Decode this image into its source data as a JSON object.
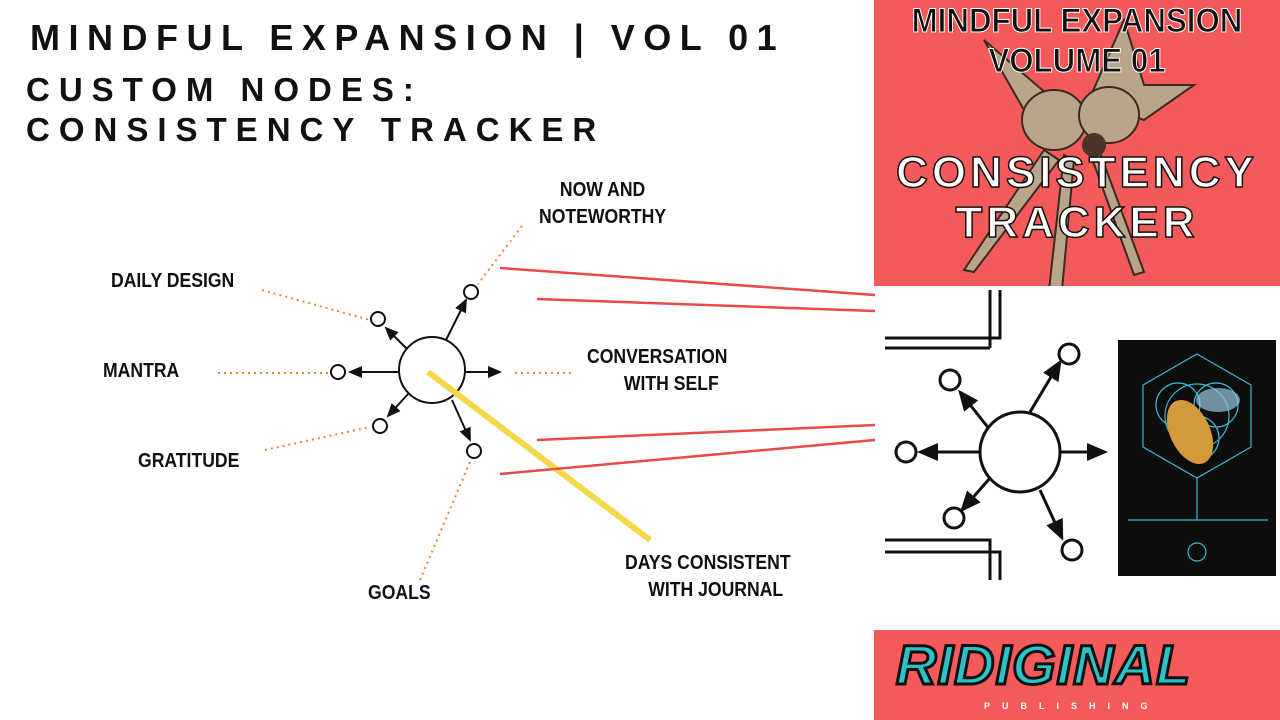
{
  "header": {
    "title": "MINDFUL EXPANSION | VOL 01",
    "subtitle_line1": "CUSTOM NODES:",
    "subtitle_line2": "CONSISTENCY TRACKER"
  },
  "diagram": {
    "labels": {
      "now_and_noteworthy": [
        "NOW AND",
        "NOTEWORTHY"
      ],
      "daily_design": "DAILY DESIGN",
      "mantra": "MANTRA",
      "gratitude": "GRATITUDE",
      "goals": "GOALS",
      "conversation_with_self": [
        "CONVERSATION",
        "WITH SELF"
      ],
      "days_consistent": [
        "DAYS CONSISTENT",
        "WITH JOURNAL"
      ]
    },
    "colors": {
      "leader_lines": "#e8823a",
      "highlight_line": "#f5d84a",
      "connector_lines": "#e84a4a"
    }
  },
  "cover": {
    "line1": "MINDFUL EXPANSION",
    "line2": "VOLUME 01",
    "line3": "CONSISTENCY",
    "line4": "TRACKER",
    "background": "#f55a5a"
  },
  "logo": {
    "name": "RIDIGINAL",
    "sub": "PUBLISHING",
    "color": "#2cc3c8"
  }
}
